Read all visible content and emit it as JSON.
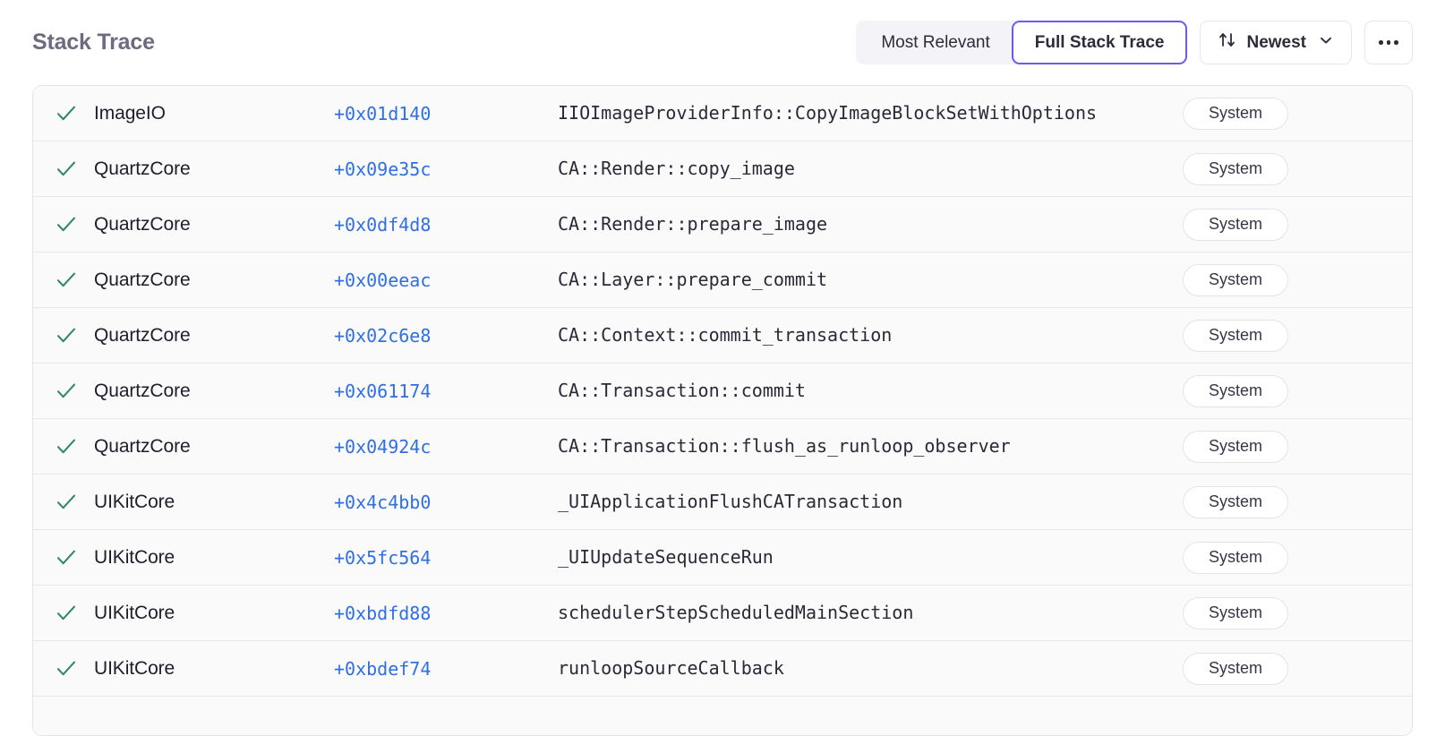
{
  "header": {
    "title": "Stack Trace",
    "segmented": {
      "options": [
        {
          "label": "Most Relevant",
          "selected": false
        },
        {
          "label": "Full Stack Trace",
          "selected": true
        }
      ]
    },
    "sort": {
      "label": "Newest",
      "sort_icon": "sort-arrows-icon",
      "chevron_icon": "chevron-down-icon"
    },
    "more": {
      "icon": "ellipsis-icon",
      "label": "···"
    }
  },
  "colors": {
    "accent": "#6b5ce7",
    "link": "#2f6fe4",
    "check": "#2e8b64",
    "title": "#6e6a80",
    "row_bg": "#fafafb",
    "border": "#e4e3ea",
    "segment_bg": "#f4f3f7"
  },
  "frames": [
    {
      "checked": true,
      "module": "ImageIO",
      "offset": "+0x01d140",
      "function": "IIOImageProviderInfo::CopyImageBlockSetWithOptions",
      "badge": "System"
    },
    {
      "checked": true,
      "module": "QuartzCore",
      "offset": "+0x09e35c",
      "function": "CA::Render::copy_image",
      "badge": "System"
    },
    {
      "checked": true,
      "module": "QuartzCore",
      "offset": "+0x0df4d8",
      "function": "CA::Render::prepare_image",
      "badge": "System"
    },
    {
      "checked": true,
      "module": "QuartzCore",
      "offset": "+0x00eeac",
      "function": "CA::Layer::prepare_commit",
      "badge": "System"
    },
    {
      "checked": true,
      "module": "QuartzCore",
      "offset": "+0x02c6e8",
      "function": "CA::Context::commit_transaction",
      "badge": "System"
    },
    {
      "checked": true,
      "module": "QuartzCore",
      "offset": "+0x061174",
      "function": "CA::Transaction::commit",
      "badge": "System"
    },
    {
      "checked": true,
      "module": "QuartzCore",
      "offset": "+0x04924c",
      "function": "CA::Transaction::flush_as_runloop_observer",
      "badge": "System"
    },
    {
      "checked": true,
      "module": "UIKitCore",
      "offset": "+0x4c4bb0",
      "function": "_UIApplicationFlushCATransaction",
      "badge": "System"
    },
    {
      "checked": true,
      "module": "UIKitCore",
      "offset": "+0x5fc564",
      "function": "_UIUpdateSequenceRun",
      "badge": "System"
    },
    {
      "checked": true,
      "module": "UIKitCore",
      "offset": "+0xbdfd88",
      "function": "schedulerStepScheduledMainSection",
      "badge": "System"
    },
    {
      "checked": true,
      "module": "UIKitCore",
      "offset": "+0xbdef74",
      "function": "runloopSourceCallback",
      "badge": "System"
    }
  ]
}
